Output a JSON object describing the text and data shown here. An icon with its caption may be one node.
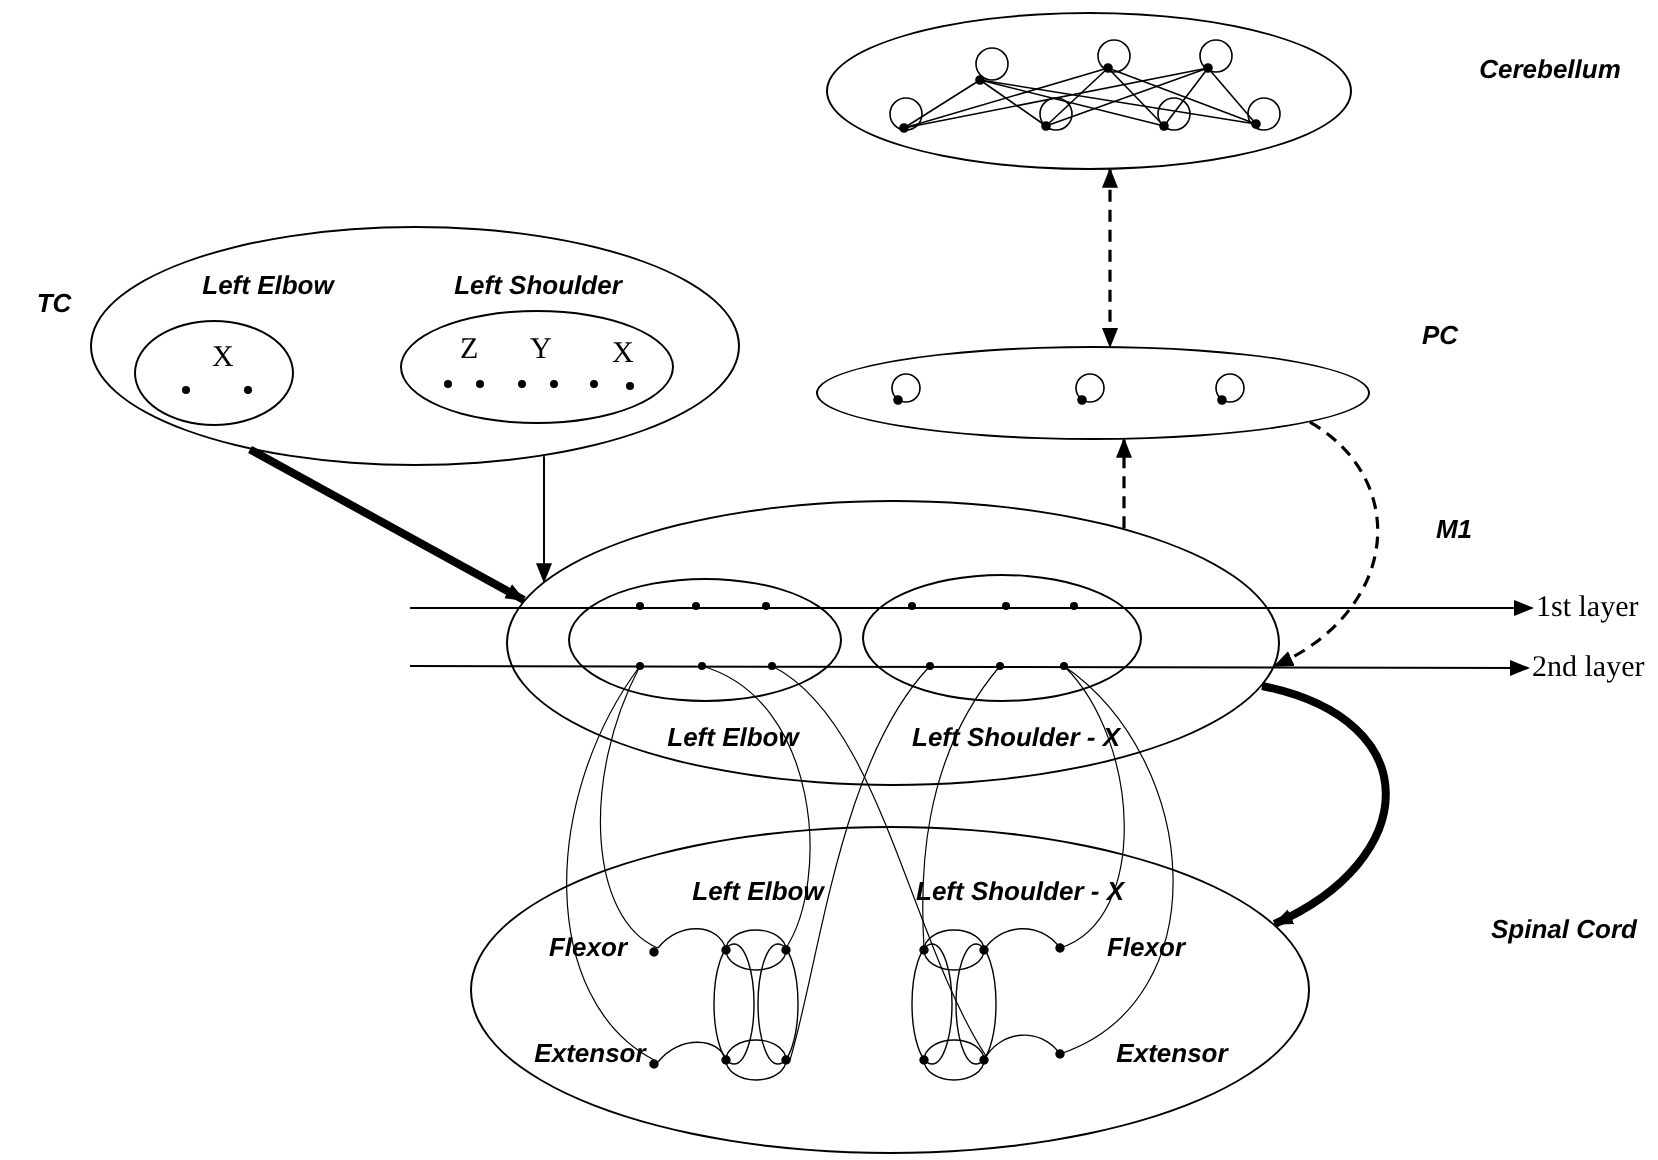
{
  "diagram": {
    "nodes": [
      {
        "text": [
          "TC"
        ]
      },
      {
        "text": [
          "Left Elbow",
          "X"
        ],
        "in": 0
      },
      {
        "text": [
          "Left Shoulder",
          "Z",
          "Y",
          "X"
        ],
        "in": 0
      },
      {
        "text": [
          "Cerebellum"
        ]
      },
      {
        "text": [
          "PC"
        ]
      },
      {
        "text": [],
        "shape": "ellipse"
      },
      {
        "text": [
          "Left Elbow"
        ],
        "in": 5
      },
      {
        "text": [
          "Left Shoulder - X"
        ],
        "in": 5
      },
      {
        "text": [],
        "shape": "ellipse"
      },
      {
        "text": [
          "1st layer"
        ]
      },
      {
        "text": [
          "2nd layer"
        ]
      }
    ],
    "edges": [
      {
        "from": null,
        "to": 9,
        "arrow": "to"
      },
      {
        "from": null,
        "to": 10,
        "arrow": "to"
      },
      {
        "from": 0,
        "to": 5,
        "arrow": "to",
        "style": "thick"
      },
      {
        "from": 0,
        "to": 5,
        "arrow": "to"
      },
      {
        "from": 3,
        "to": 4,
        "arrow": "both",
        "style": "dashed"
      },
      {
        "from": 5,
        "to": 4,
        "arrow": "to",
        "style": "dashed"
      },
      {
        "from": 4,
        "to": 5,
        "arrow": "to",
        "style": "dashed"
      },
      {
        "from": 5,
        "to": 8,
        "arrow": "to",
        "style": "thick"
      }
    ],
    "labels": [
      "M1",
      "Left Elbow",
      "Left Shoulder - X",
      "Spinal Cord",
      "Flexor",
      "Flexor",
      "Extensor",
      "Extensor"
    ]
  }
}
